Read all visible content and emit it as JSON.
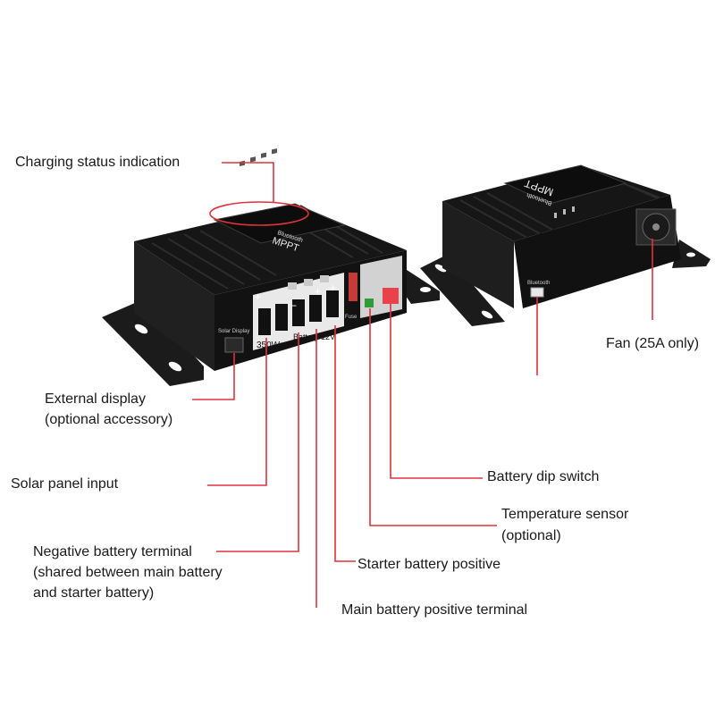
{
  "colors": {
    "leader": "#e0323a",
    "housing": "#151515",
    "housing_side": "#222222",
    "fin": "#0a0a0a",
    "dip_switch": "#e8424b",
    "terminal_block": "#e9e9e9"
  },
  "labels": {
    "charging_status": "Charging status indication",
    "external_display_1": "External display",
    "external_display_2": "(optional accessory)",
    "solar_input": "Solar panel input",
    "negative_terminal_1": "Negative battery terminal",
    "negative_terminal_2": "(shared between main battery",
    "negative_terminal_3": "and starter battery)",
    "main_positive": "Main battery positive terminal",
    "starter_positive": "Starter battery positive",
    "temp_sensor_1": "Temperature sensor",
    "temp_sensor_2": "(optional)",
    "dip_switch": "Battery dip switch",
    "fan": "Fan (25A only)"
  },
  "device": {
    "brand_bluetooth": "Bluetooth",
    "brand_mppt": "MPPT",
    "solar_display_port": "Solar Display",
    "solar_rating": "350Wp",
    "battery_rating": "Battery 12V",
    "fuse_label": "Fuse",
    "bluetooth_port": "Bluetooth"
  }
}
